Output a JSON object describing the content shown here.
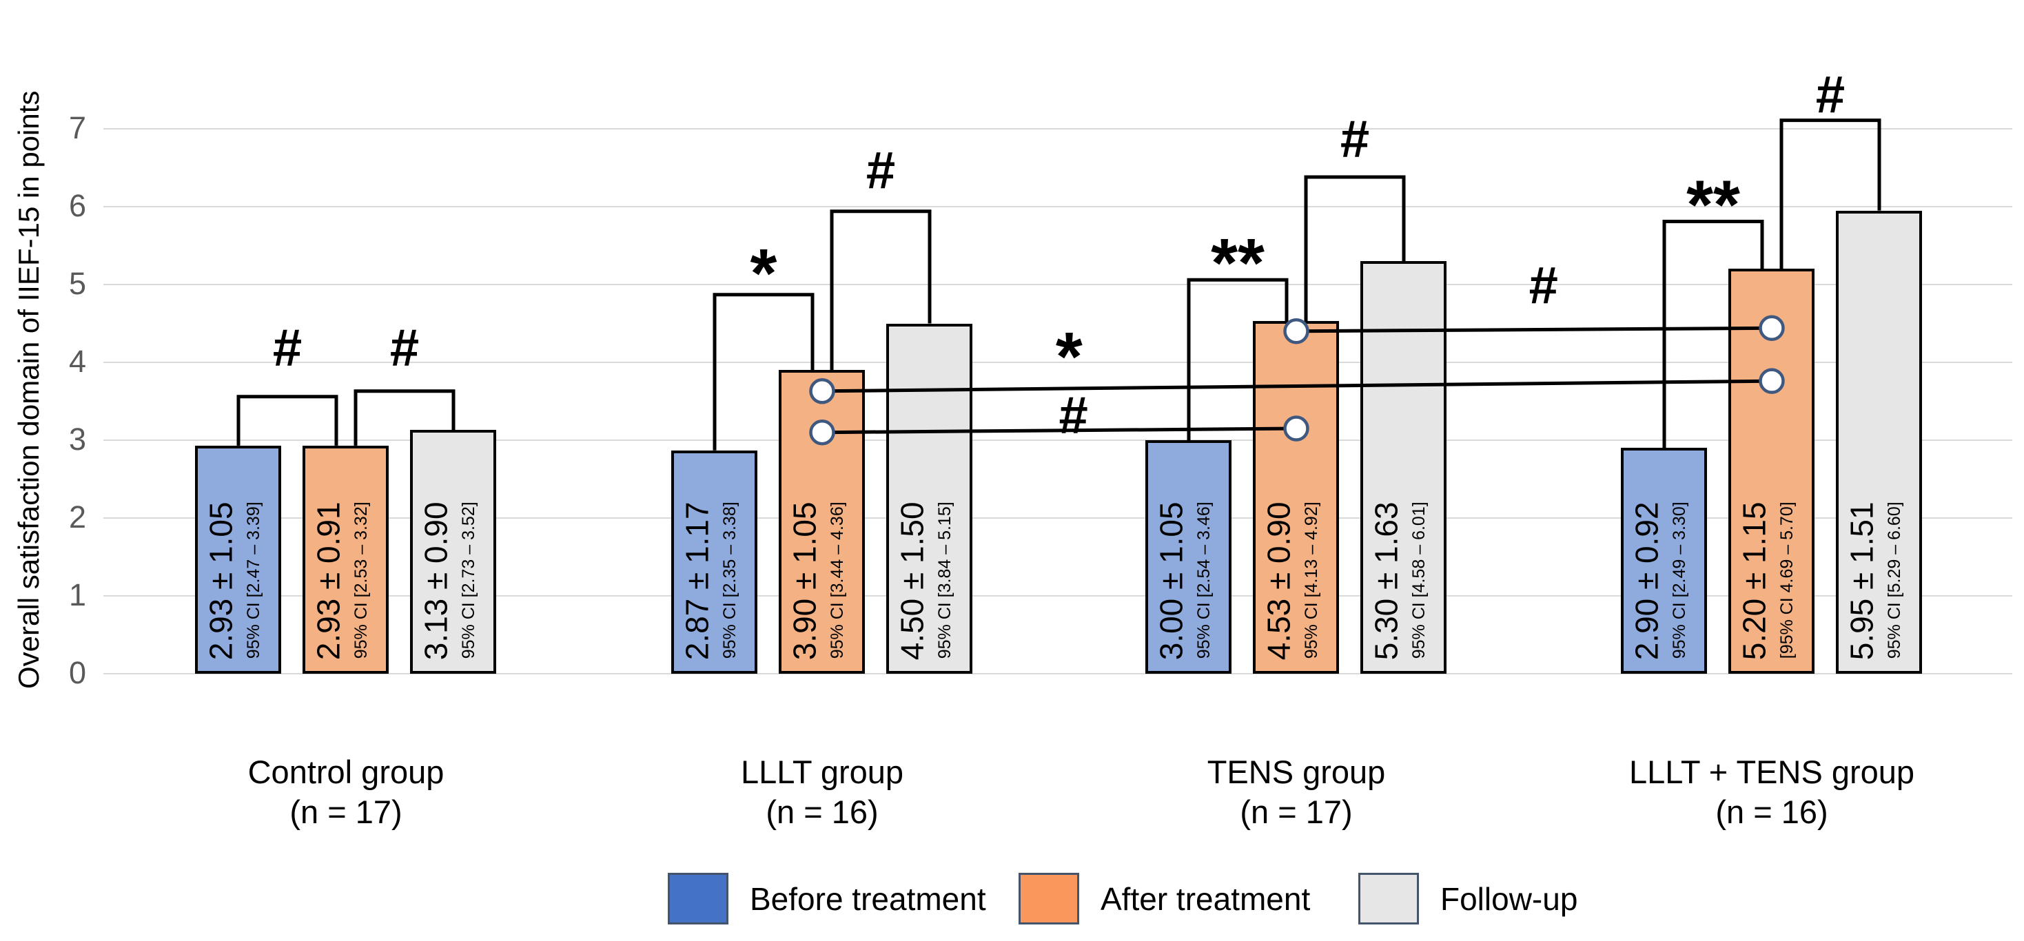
{
  "chart_data": {
    "type": "bar",
    "title": "",
    "ylabel": "Overall satisfaction domain of IIEF-15 in points",
    "ylim": [
      0,
      7
    ],
    "yticks": [
      "0",
      "1",
      "2",
      "3",
      "4",
      "5",
      "6",
      "7"
    ],
    "grid": true,
    "legend_position": "bottom",
    "categories": [
      {
        "id": "control",
        "label": "Control group",
        "sub_label": "(n = 17)"
      },
      {
        "id": "lllt",
        "label": "LLLT group",
        "sub_label": "(n = 16)"
      },
      {
        "id": "tens",
        "label": "TENS group",
        "sub_label": "(n = 17)"
      },
      {
        "id": "lllt-tens",
        "label": "LLLT + TENS group",
        "sub_label": "(n = 16)"
      }
    ],
    "series": [
      {
        "id": "before",
        "name": "Before treatment",
        "bar_color": "#8FAADC",
        "legend_color": "#4472C4",
        "values": [
          2.93,
          2.87,
          3.0,
          2.9
        ],
        "bar_labels": [
          "2.93 ± 1.05",
          "2.87 ± 1.17",
          "3.00 ± 1.05",
          "2.90 ± 0.92"
        ],
        "ci_labels": [
          "95% CI [2.47 – 3.39]",
          "95% CI [2.35 – 3.38]",
          "95% CI [2.54 – 3.46]",
          "95% CI [2.49 – 3.30]"
        ]
      },
      {
        "id": "after",
        "name": "After treatment",
        "bar_color": "#F4B183",
        "legend_color": "#F9975D",
        "values": [
          2.93,
          3.9,
          4.53,
          5.2
        ],
        "bar_labels": [
          "2.93 ± 0.91",
          "3.90 ± 1.05",
          "4.53 ± 0.90",
          "5.20 ± 1.15"
        ],
        "ci_labels": [
          "95% CI [2.53 – 3.32]",
          "95% CI [3.44 – 4.36]",
          "95% CI [4.13 – 4.92]",
          "[95% CI 4.69 – 5.70]"
        ]
      },
      {
        "id": "followup",
        "name": "Follow-up",
        "bar_color": "#E7E6E6",
        "legend_color": "#E7E6E6",
        "values": [
          3.13,
          4.5,
          5.3,
          5.95
        ],
        "bar_labels": [
          "3.13 ± 0.90",
          "4.50 ± 1.50",
          "5.30 ± 1.63",
          "5.95 ± 1.51"
        ],
        "ci_labels": [
          "95% CI [2.73 – 3.52]",
          "95% CI [3.84 – 5.15]",
          "95% CI [4.58 – 6.01]",
          "95% CI [5.29 – 6.60]"
        ]
      }
    ],
    "significance": {
      "within_group": [
        {
          "category": 0,
          "from_series": 0,
          "to_series": 1,
          "symbol": "#",
          "bracket_y": 3.56,
          "label_y": 4.2
        },
        {
          "category": 0,
          "from_series": 1,
          "to_series": 2,
          "symbol": "#",
          "bracket_y": 3.63,
          "label_y": 4.2
        },
        {
          "category": 1,
          "from_series": 0,
          "to_series": 1,
          "symbol": "*",
          "bracket_y": 4.87,
          "label_y": 5.32
        },
        {
          "category": 1,
          "from_series": 1,
          "to_series": 2,
          "symbol": "#",
          "bracket_y": 5.94,
          "label_y": 6.48
        },
        {
          "category": 2,
          "from_series": 0,
          "to_series": 1,
          "symbol": "**",
          "bracket_y": 5.06,
          "label_y": 5.45
        },
        {
          "category": 2,
          "from_series": 1,
          "to_series": 2,
          "symbol": "#",
          "bracket_y": 6.38,
          "label_y": 6.88
        },
        {
          "category": 3,
          "from_series": 0,
          "to_series": 1,
          "symbol": "**",
          "bracket_y": 5.81,
          "label_y": 6.2
        },
        {
          "category": 3,
          "from_series": 1,
          "to_series": 2,
          "symbol": "#",
          "bracket_y": 7.11,
          "label_y": 7.45
        }
      ],
      "between_groups": [
        {
          "from_category": 1,
          "to_category": 3,
          "series": 1,
          "from_y": 3.63,
          "to_y": 3.76,
          "symbol": "*",
          "label_t": 0.26,
          "label_y": 4.25
        },
        {
          "from_category": 1,
          "to_category": 2,
          "series": 1,
          "from_y": 3.1,
          "to_y": 3.15,
          "symbol": "#",
          "label_t": 0.53,
          "label_y": 3.33
        },
        {
          "from_category": 2,
          "to_category": 3,
          "series": 1,
          "from_y": 4.4,
          "to_y": 4.44,
          "symbol": "#",
          "label_t": 0.52,
          "label_y": 5.0
        }
      ],
      "marker": {
        "fill": "#FFFFFF",
        "stroke": "#3F5880"
      }
    },
    "colors": {
      "grid": "#D9D9D9",
      "tick": "#595959",
      "bar_border": "#000000",
      "legend_border": "#44546A",
      "annotation": "#000000"
    }
  }
}
